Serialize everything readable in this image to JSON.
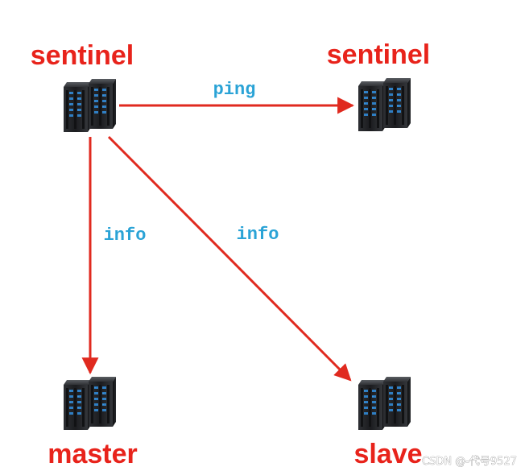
{
  "nodes": {
    "sentinel_left": {
      "label": "sentinel"
    },
    "sentinel_right": {
      "label": "sentinel"
    },
    "master": {
      "label": "master"
    },
    "slave": {
      "label": "slave"
    }
  },
  "edges": {
    "ping": {
      "label": "ping"
    },
    "info_master": {
      "label": "info"
    },
    "info_slave": {
      "label": "info"
    }
  },
  "colors": {
    "node_label": "#e8231b",
    "edge_line": "#e02a1f",
    "edge_label": "#2aa3d6",
    "background": "#ffffff"
  },
  "icons": {
    "server": "server-rack-icon"
  },
  "watermark": "CSDN @-代号9527"
}
